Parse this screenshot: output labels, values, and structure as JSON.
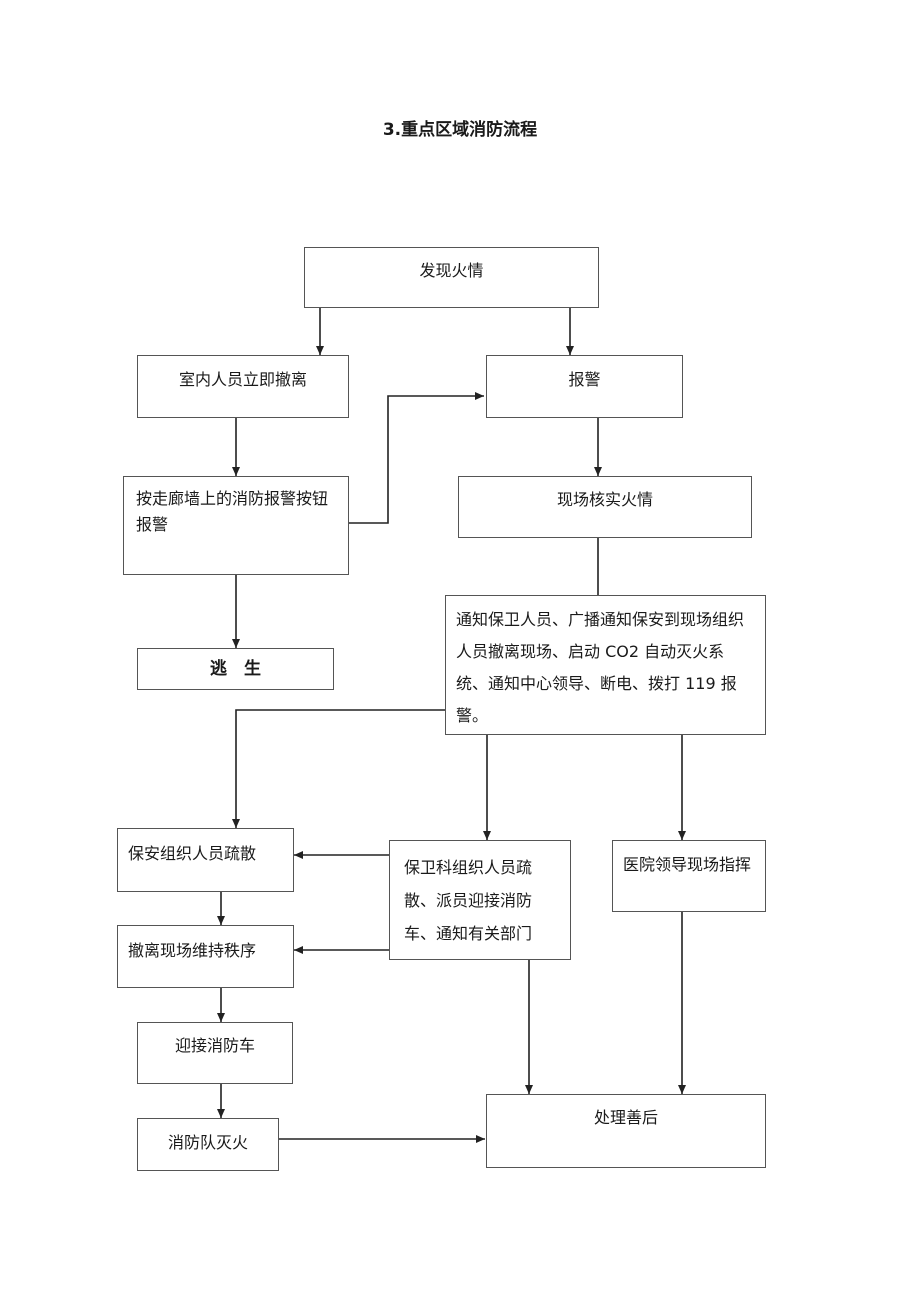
{
  "title": "3.重点区域消防流程",
  "nodes": {
    "discover": "发现火情",
    "evacuate_room": "室内人员立即撤离",
    "alarm": "报警",
    "press_button": "按走廊墙上的消防报警按钮报警",
    "verify": "现场核实火情",
    "escape": "逃　生",
    "notify": "通知保卫人员、广播通知保安到现场组织人员撤离现场、启动 CO2 自动灭火系统、通知中心领导、断电、拨打 119 报警。",
    "guard_evacuate": "保安组织人员疏散",
    "security_dept": "保卫科组织人员疏散、派员迎接消防车、通知有关部门",
    "hospital_lead": "医院领导现场指挥",
    "keep_order": "撤离现场维持秩序",
    "meet_truck": "迎接消防车",
    "firefight": "消防队灭火",
    "aftermath": "处理善后"
  }
}
